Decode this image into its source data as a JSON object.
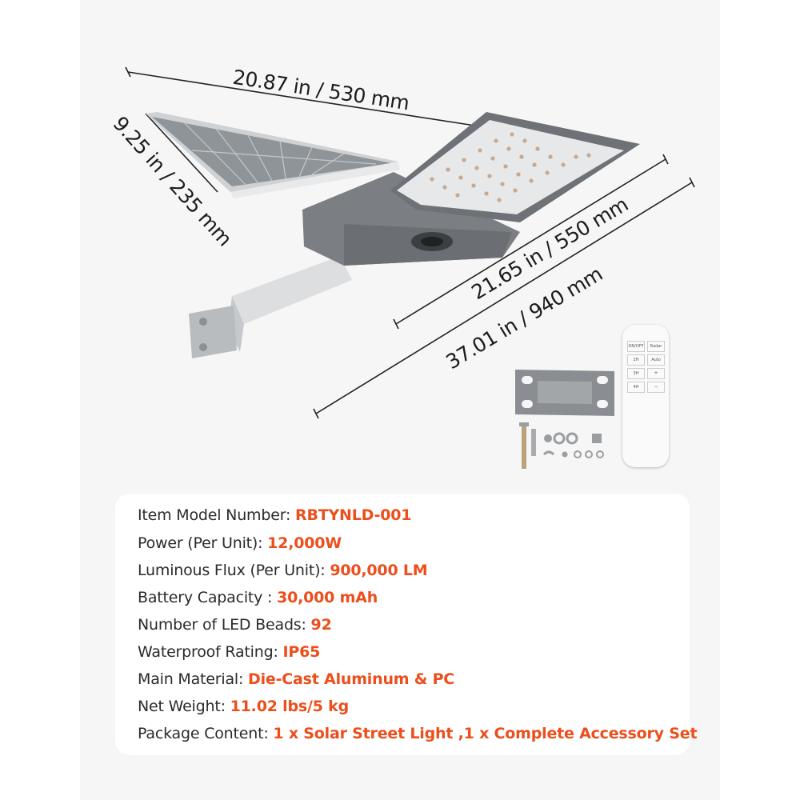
{
  "dimensions": {
    "panel_length": "20.87 in / 530 mm",
    "panel_width": "9.25 in / 235 mm",
    "lamp_length": "21.65 in / 550 mm",
    "overall_length": "37.01 in / 940 mm"
  },
  "remote": {
    "buttons": [
      "ON/OFF",
      "Radar",
      "2H",
      "Auto",
      "3H",
      "+",
      "4H",
      "−"
    ]
  },
  "specs": [
    {
      "label": "Item Model Number: ",
      "value": "RBTYNLD-001"
    },
    {
      "label": "Power (Per Unit): ",
      "value": "12,000W"
    },
    {
      "label": "Luminous Flux (Per Unit): ",
      "value": "900,000 LM"
    },
    {
      "label": "Battery Capacity : ",
      "value": "30,000 mAh"
    },
    {
      "label": "Number of LED Beads: ",
      "value": "92"
    },
    {
      "label": "Waterproof Rating: ",
      "value": "IP65"
    },
    {
      "label": "Main Material: ",
      "value": "Die-Cast Aluminum & PC"
    },
    {
      "label": "Net Weight: ",
      "value": "11.02 lbs/5 kg"
    },
    {
      "label": "Package Content: ",
      "value": "1 x Solar Street Light ,1 x Complete Accessory Set"
    }
  ],
  "colors": {
    "accent": "#ec4e1c",
    "background": "#f6f6f6"
  }
}
